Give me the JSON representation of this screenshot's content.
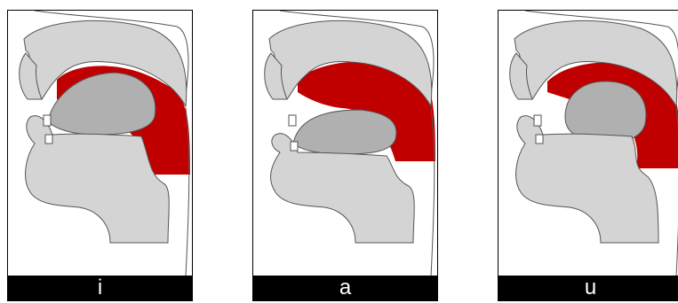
{
  "panels": [
    {
      "label": "i"
    },
    {
      "label": "a"
    },
    {
      "label": "u"
    }
  ],
  "colors": {
    "head": "#d4d4d4",
    "tongue": "#b0b0b0",
    "cavity": "#c00000",
    "outline": "#555555",
    "label_bg": "#000000",
    "label_text": "#ffffff"
  }
}
